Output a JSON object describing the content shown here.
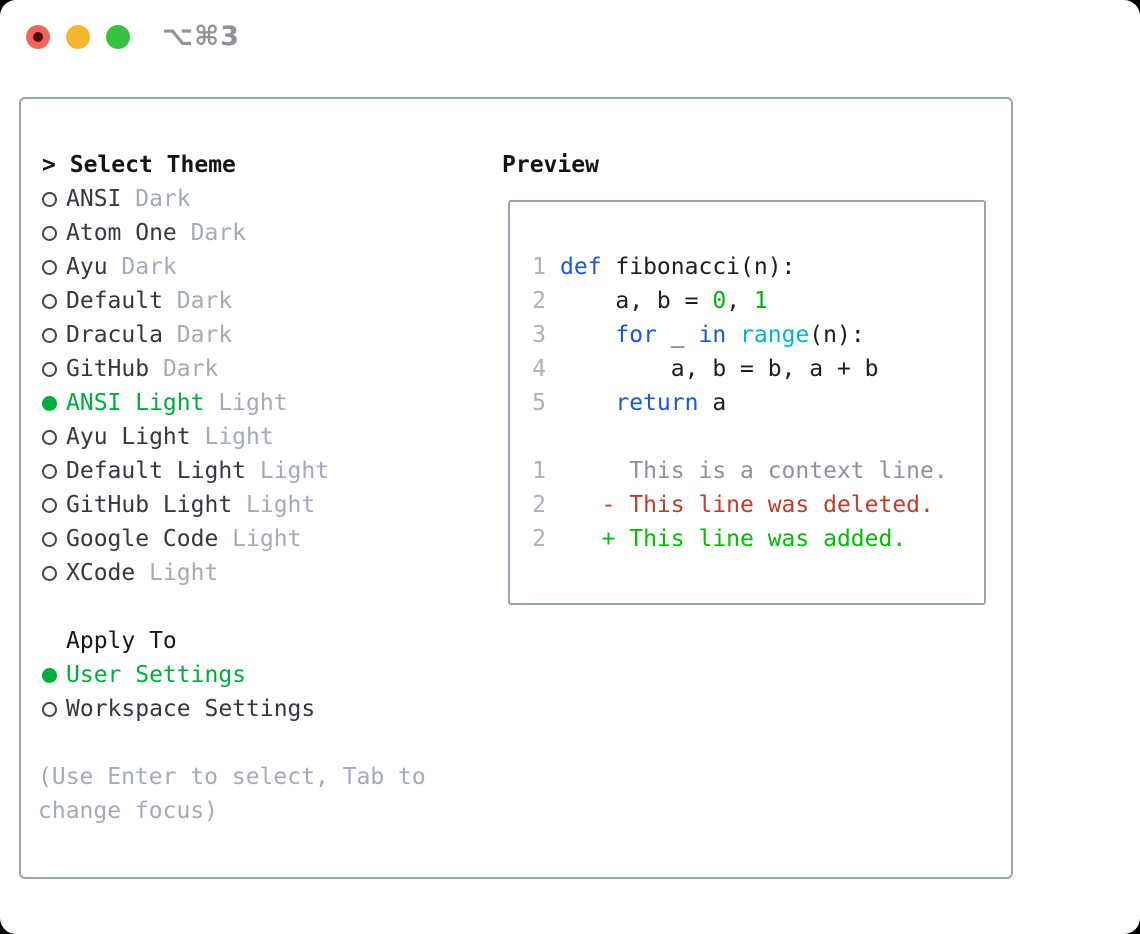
{
  "window": {
    "title": "⌥⌘3",
    "traffic_lights": [
      "close",
      "minimize",
      "zoom"
    ]
  },
  "theme_selector": {
    "header_marker": ">",
    "header_label": "Select Theme",
    "items": [
      {
        "name": "ANSI",
        "variant": "Dark",
        "selected": false
      },
      {
        "name": "Atom One",
        "variant": "Dark",
        "selected": false
      },
      {
        "name": "Ayu",
        "variant": "Dark",
        "selected": false
      },
      {
        "name": "Default",
        "variant": "Dark",
        "selected": false
      },
      {
        "name": "Dracula",
        "variant": "Dark",
        "selected": false
      },
      {
        "name": "GitHub",
        "variant": "Dark",
        "selected": false
      },
      {
        "name": "ANSI Light",
        "variant": "Light",
        "selected": true
      },
      {
        "name": "Ayu Light",
        "variant": "Light",
        "selected": false
      },
      {
        "name": "Default Light",
        "variant": "Light",
        "selected": false
      },
      {
        "name": "GitHub Light",
        "variant": "Light",
        "selected": false
      },
      {
        "name": "Google Code",
        "variant": "Light",
        "selected": false
      },
      {
        "name": "XCode",
        "variant": "Light",
        "selected": false
      }
    ],
    "apply_to": {
      "label": "Apply To",
      "options": [
        {
          "name": "User Settings",
          "selected": true
        },
        {
          "name": "Workspace Settings",
          "selected": false
        }
      ]
    },
    "hint": {
      "line1": "(Use Enter to select, Tab to",
      "line2": "change focus)"
    }
  },
  "preview": {
    "label": "Preview",
    "lines": [
      {
        "kind": "code",
        "num": "1",
        "tokens": [
          {
            "type": "keyword",
            "text": "def"
          },
          {
            "type": "plain",
            "text": " fibonacci(n):"
          }
        ]
      },
      {
        "kind": "code",
        "num": "2",
        "tokens": [
          {
            "type": "plain",
            "text": "    a, b = "
          },
          {
            "type": "number",
            "text": "0"
          },
          {
            "type": "plain",
            "text": ", "
          },
          {
            "type": "number",
            "text": "1"
          }
        ]
      },
      {
        "kind": "code",
        "num": "3",
        "tokens": [
          {
            "type": "plain",
            "text": "    "
          },
          {
            "type": "keyword",
            "text": "for"
          },
          {
            "type": "plain",
            "text": " _ "
          },
          {
            "type": "keyword",
            "text": "in"
          },
          {
            "type": "plain",
            "text": " "
          },
          {
            "type": "builtin",
            "text": "range"
          },
          {
            "type": "plain",
            "text": "(n):"
          }
        ]
      },
      {
        "kind": "code",
        "num": "4",
        "tokens": [
          {
            "type": "plain",
            "text": "        a, b = b, a + b"
          }
        ]
      },
      {
        "kind": "code",
        "num": "5",
        "tokens": [
          {
            "type": "plain",
            "text": "    "
          },
          {
            "type": "keyword",
            "text": "return"
          },
          {
            "type": "plain",
            "text": " a"
          }
        ]
      },
      {
        "kind": "blank",
        "num": "",
        "tokens": []
      },
      {
        "kind": "context",
        "num": "1",
        "text": "     This is a context line."
      },
      {
        "kind": "deleted",
        "num": "2",
        "text": "   - This line was deleted."
      },
      {
        "kind": "added",
        "num": "2",
        "text": "   + This line was added."
      }
    ]
  },
  "colors": {
    "keyword_blue": "#1858d6",
    "builtin_cyan": "#00b5c6",
    "number_green": "#00b307",
    "added_green": "#00bf00",
    "deleted_red": "#c43a2a",
    "context_gray": "#8d929b",
    "line_number_gray": "#a9b1bd",
    "selected_green": "#00ad3c",
    "muted_gray": "#a3abb8",
    "item_text": "#34383f",
    "panel_border": "#9aa4b0",
    "traffic_red": "#f2635c",
    "traffic_yellow": "#f5b72e",
    "traffic_green": "#35c23f",
    "title_gray": "#8e9299"
  }
}
